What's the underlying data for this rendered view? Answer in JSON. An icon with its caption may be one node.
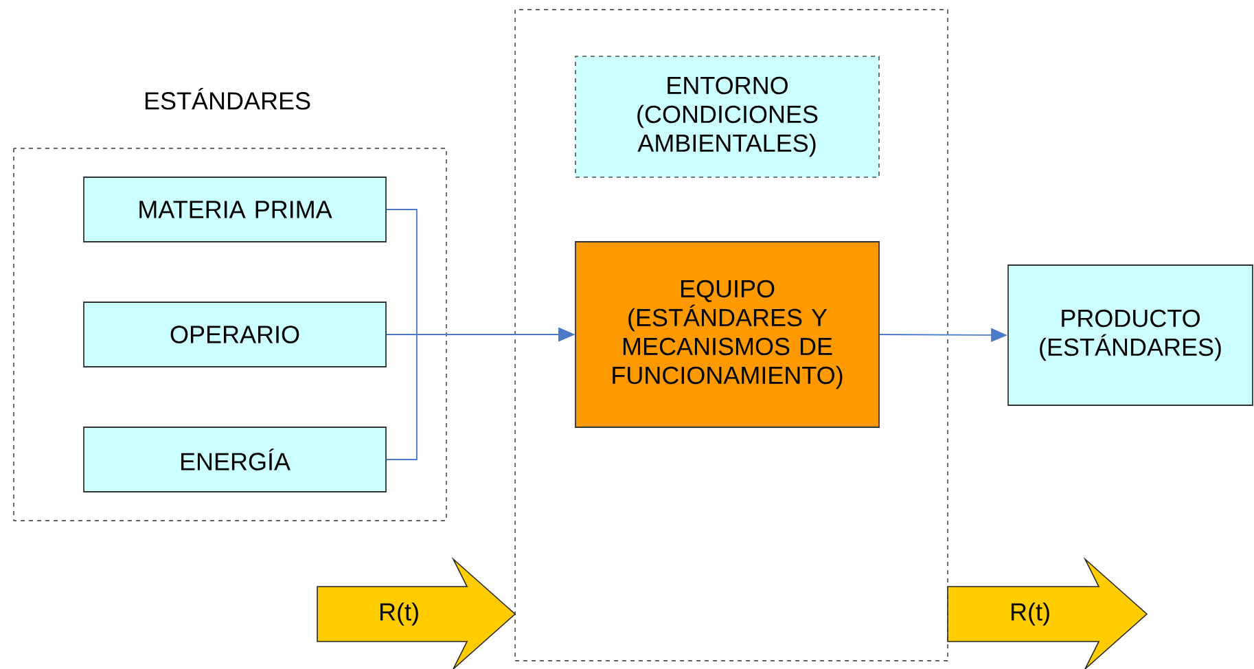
{
  "diagram": {
    "nodes": [
      {
        "text": [
          "ESTÁNDARES"
        ]
      },
      {
        "text": [
          "MATERIA PRIMA"
        ],
        "in": 0
      },
      {
        "text": [
          "OPERARIO"
        ],
        "in": 0
      },
      {
        "text": [
          "ENERGÍA"
        ],
        "in": 0
      },
      {
        "text": [],
        "shape": "box"
      },
      {
        "text": [
          "ENTORNO (CONDICIONES AMBIENTALES)"
        ],
        "in": 4
      },
      {
        "text": [
          "EQUIPO (ESTÁNDARES Y MECANISMOS DE FUNCIONAMIENTO)"
        ],
        "in": 4
      },
      {
        "text": [
          "PRODUCTO (ESTÁNDARES)"
        ]
      },
      {
        "text": [
          "R(t)"
        ]
      },
      {
        "text": [
          "R(t)"
        ]
      }
    ],
    "edges": [
      {
        "from": 1,
        "to": 6,
        "arrow": "to"
      },
      {
        "from": 2,
        "to": 6,
        "arrow": "to"
      },
      {
        "from": 3,
        "to": 6,
        "arrow": "to"
      },
      {
        "from": 6,
        "to": 7,
        "arrow": "to"
      }
    ]
  }
}
